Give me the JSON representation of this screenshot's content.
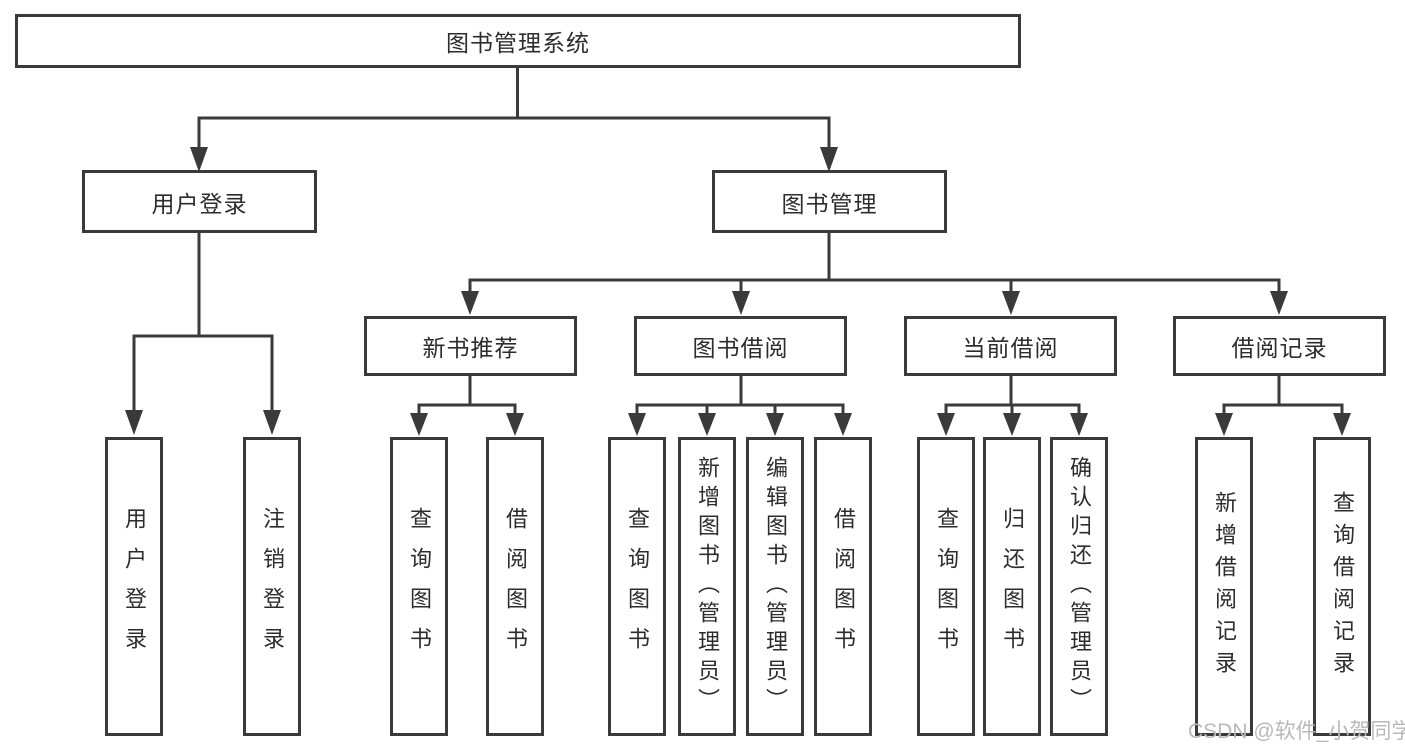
{
  "diagram_title": "图书管理系统",
  "tree": {
    "label": "图书管理系统",
    "children": [
      {
        "label": "用户登录",
        "children": [
          {
            "label": "用户登录"
          },
          {
            "label": "注销登录"
          }
        ]
      },
      {
        "label": "图书管理",
        "children": [
          {
            "label": "新书推荐",
            "children": [
              {
                "label": "查询图书"
              },
              {
                "label": "借阅图书"
              }
            ]
          },
          {
            "label": "图书借阅",
            "children": [
              {
                "label": "查询图书"
              },
              {
                "label": "新增图书（管理员）"
              },
              {
                "label": "编辑图书（管理员）"
              },
              {
                "label": "借阅图书"
              }
            ]
          },
          {
            "label": "当前借阅",
            "children": [
              {
                "label": "查询图书"
              },
              {
                "label": "归还图书"
              },
              {
                "label": "确认归还（管理员）"
              }
            ]
          },
          {
            "label": "借阅记录",
            "children": [
              {
                "label": "新增借阅记录"
              },
              {
                "label": "查询借阅记录"
              }
            ]
          }
        ]
      }
    ]
  },
  "watermark": {
    "text": "CSDN @软件_小贺同学"
  },
  "colors": {
    "line": "#3a3a3a",
    "box_border": "#3a3a3a",
    "text": "#2d2d2d",
    "watermark": "#b9b9b9",
    "background": "#ffffff"
  }
}
